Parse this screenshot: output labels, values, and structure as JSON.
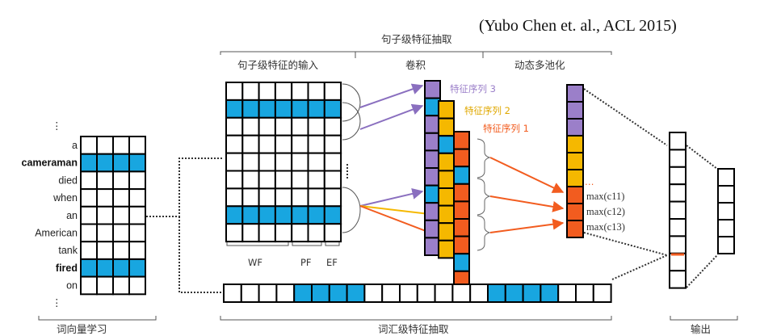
{
  "citation": "(Yubo Chen et. al., ACL 2015)",
  "titles": {
    "sentence_level": "句子级特征抽取",
    "sentence_input": "句子级特征的输入",
    "convolution": "卷积",
    "dynamic_pooling": "动态多池化",
    "word_embedding": "词向量学习",
    "lexical_level": "词汇级特征抽取",
    "output": "输出"
  },
  "words": [
    {
      "text": "a",
      "highlight": false,
      "bold": false
    },
    {
      "text": "cameraman",
      "highlight": true,
      "bold": true
    },
    {
      "text": "died",
      "highlight": false,
      "bold": false
    },
    {
      "text": "when",
      "highlight": false,
      "bold": false
    },
    {
      "text": "an",
      "highlight": false,
      "bold": false
    },
    {
      "text": "American",
      "highlight": false,
      "bold": false
    },
    {
      "text": "tank",
      "highlight": false,
      "bold": false
    },
    {
      "text": "fired",
      "highlight": true,
      "bold": true
    },
    {
      "text": "on",
      "highlight": false,
      "bold": false
    }
  ],
  "ellipsis": "⋮",
  "feature_groups": {
    "wf": "WF",
    "pf": "PF",
    "ef": "EF"
  },
  "feature_maps": [
    {
      "label": "特征序列 3",
      "color": "#9b7fc9"
    },
    {
      "label": "特征序列 2",
      "color": "#f5b800"
    },
    {
      "label": "特征序列 1",
      "color": "#f25c1f"
    }
  ],
  "pooling_labels": [
    "max(c11)",
    "max(c12)",
    "max(c13)"
  ],
  "pooling_dots": "…",
  "colors": {
    "blue": "#18a6e0",
    "purple": "#9b7fc9",
    "yellow": "#f5b800",
    "orange": "#f25c1f",
    "border": "#000000",
    "bracket": "#555555"
  }
}
